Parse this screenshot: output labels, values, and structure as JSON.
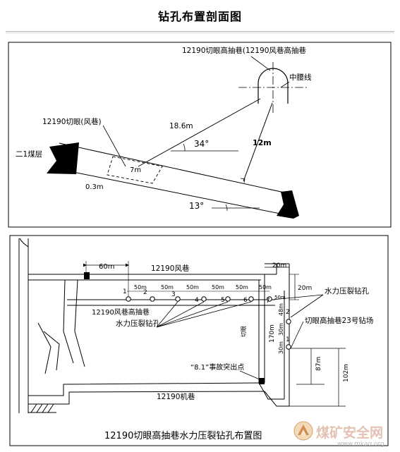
{
  "page_title": "钻孔布置剖面图",
  "section_view": {
    "roadway_label": "12190切眼高抽巷(12190风巷高抽巷",
    "center_line_label": "中腰线",
    "cut_label": "12190切眼(风巷)",
    "coal_seam_label": "二1煤层",
    "dist_long": "18.6m",
    "angle_34": "34°",
    "dist_vertical": "12m",
    "width_7m": "7m",
    "gap_03": "0.3m",
    "angle_13": "13°"
  },
  "plan_view": {
    "dim_60m": "60m",
    "airway_label": "12190风巷",
    "dim_20m_top": "20m",
    "dim_20m_right": "20m",
    "spacing_labels": [
      "50m",
      "50m",
      "50m",
      "50m",
      "50m",
      "50m",
      "50m"
    ],
    "hole_numbers": [
      "1",
      "2",
      "3",
      "4",
      "5",
      "6",
      "7"
    ],
    "vertical_hole_numbers": [
      "2",
      "1"
    ],
    "drainage_label": "12190风巷高抽巷",
    "frac_label_right": "水力压裂钻孔",
    "frac_label_left": "水力压裂钻孔",
    "drill_site_label": "切眼高抽巷23号钻场",
    "dim_48": "48m",
    "dim_30a": "30m",
    "dim_30b": "30m",
    "dim_170": "170m",
    "cut_label": "切眼",
    "dim_87": "87m",
    "dim_102": "102m",
    "accident_label": "“8.1”事故突出点",
    "haulage_label": "12190机巷",
    "caption": "12190切眼高抽巷水力压裂钻孔布置图"
  },
  "watermark": {
    "text": "煤矿安全网",
    "url": "www.mkaq.org"
  }
}
